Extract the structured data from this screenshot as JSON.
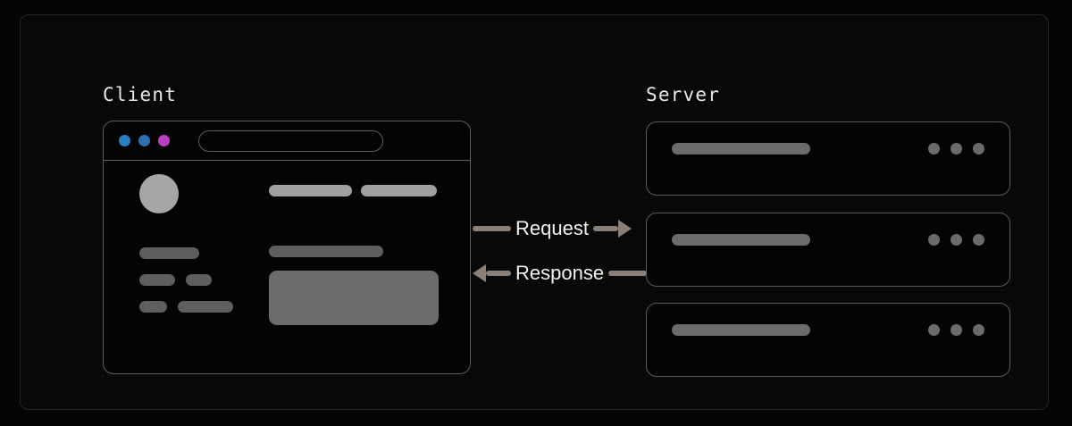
{
  "diagram": {
    "title_client": "Client",
    "title_server": "Server",
    "background_color": "#050505",
    "panel_border_color": "#252525",
    "outline_color": "#5f5f5f",
    "arrow_color": "#8a8078",
    "label_color": "#f2f2ee"
  },
  "client": {
    "caption": "Client",
    "window": {
      "traffic_lights": [
        {
          "name": "window-dot-blue",
          "color": "#2a7fc1"
        },
        {
          "name": "window-dot-teal",
          "color": "#2f6fae"
        },
        {
          "name": "window-dot-magenta",
          "color": "#b93fc0"
        }
      ],
      "address_bar": {
        "value": "",
        "placeholder": ""
      },
      "skeleton": {
        "avatar_color": "#a6a6a6",
        "hero_bar_color": "#a0a0a0",
        "text_bar_color": "#5e5e5e",
        "block_color": "#6b6b6b",
        "hero_bars": 2,
        "left_bars": 5,
        "right_bars": 1,
        "content_blocks": 1
      }
    }
  },
  "server": {
    "caption": "Server",
    "racks": [
      {
        "label": "server-rack-1",
        "bar_color": "#6b6b6b",
        "dots": 3
      },
      {
        "label": "server-rack-2",
        "bar_color": "#6b6b6b",
        "dots": 3
      },
      {
        "label": "server-rack-3",
        "bar_color": "#6b6b6b",
        "dots": 3
      }
    ]
  },
  "flows": [
    {
      "label": "Request",
      "direction": "client-to-server"
    },
    {
      "label": "Response",
      "direction": "server-to-client"
    }
  ]
}
